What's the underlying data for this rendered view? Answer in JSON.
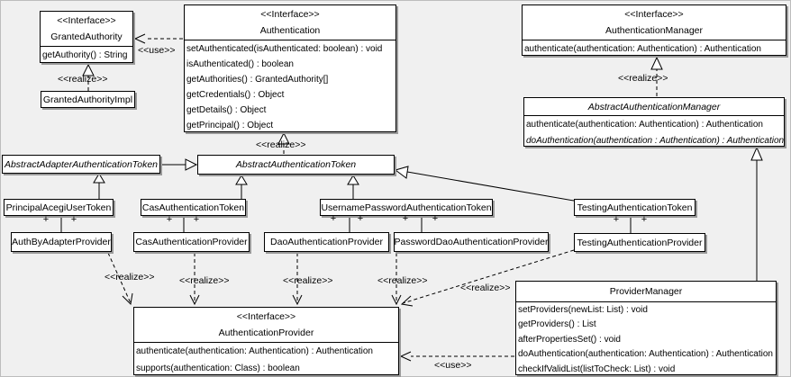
{
  "colors": {
    "background": "#f0f0f0",
    "box_fill": "#ffffff",
    "box_border": "#000000",
    "box_shadow": "#9a9a9a",
    "line": "#000000"
  },
  "labels": {
    "use": "<<use>>",
    "realize": "<<realize>>",
    "plus": "+"
  },
  "classes": {
    "granted_authority": {
      "stereotype": "<<Interface>>",
      "name": "GrantedAuthority",
      "methods": [
        "getAuthority() : String"
      ]
    },
    "granted_authority_impl": {
      "name": "GrantedAuthorityImpl"
    },
    "authentication": {
      "stereotype": "<<Interface>>",
      "name": "Authentication",
      "methods": [
        "setAuthenticated(isAuthenticated: boolean) : void",
        "isAuthenticated() : boolean",
        "getAuthorities() : GrantedAuthority[]",
        "getCredentials() : Object",
        "getDetails() : Object",
        "getPrincipal() : Object"
      ]
    },
    "authentication_manager": {
      "stereotype": "<<Interface>>",
      "name": "AuthenticationManager",
      "methods": [
        "authenticate(authentication: Authentication) : Authentication"
      ]
    },
    "abstract_authentication_manager": {
      "name": "AbstractAuthenticationManager",
      "methods": [
        "authenticate(authentication: Authentication) : Authentication",
        "doAuthentication(authentication : Authentication) : Authentication"
      ]
    },
    "abstract_adapter_authentication_token": {
      "name": "AbstractAdapterAuthenticationToken"
    },
    "abstract_authentication_token": {
      "name": "AbstractAuthenticationToken"
    },
    "principal_acegi_user_token": {
      "name": "PrincipalAcegiUserToken"
    },
    "cas_authentication_token": {
      "name": "CasAuthenticationToken"
    },
    "username_password_authentication_token": {
      "name": "UsernamePasswordAuthenticationToken"
    },
    "testing_authentication_token": {
      "name": "TestingAuthenticationToken"
    },
    "auth_by_adapter_provider": {
      "name": "AuthByAdapterProvider"
    },
    "cas_authentication_provider": {
      "name": "CasAuthenticationProvider"
    },
    "dao_authentication_provider": {
      "name": "DaoAuthenticationProvider"
    },
    "password_dao_authentication_provider": {
      "name": "PasswordDaoAuthenticationProvider"
    },
    "testing_authentication_provider": {
      "name": "TestingAuthenticationProvider"
    },
    "authentication_provider": {
      "stereotype": "<<Interface>>",
      "name": "AuthenticationProvider",
      "methods": [
        "authenticate(authentication: Authentication) : Authentication",
        "supports(authentication: Class) : boolean"
      ]
    },
    "provider_manager": {
      "name": "ProviderManager",
      "methods": [
        "setProviders(newList: List) : void",
        "getProviders() : List",
        "afterPropertiesSet() : void",
        "doAuthentication(authentication: Authentication) : Authentication",
        "checkIfValidList(listToCheck: List) : void"
      ]
    }
  }
}
